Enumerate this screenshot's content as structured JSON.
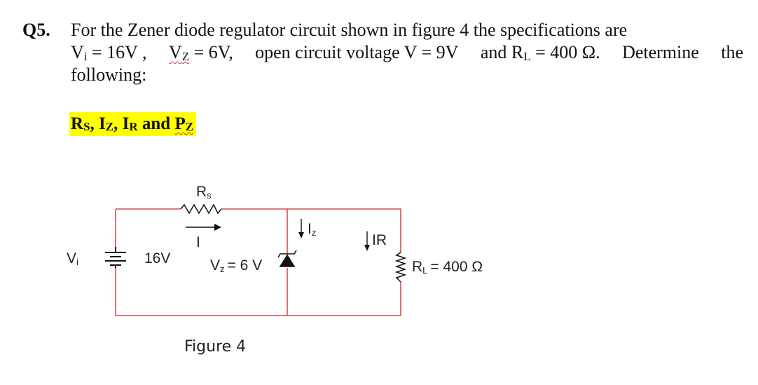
{
  "question": {
    "number": "Q5.",
    "line1": "For the Zener diode regulator circuit shown in figure 4 the specifications are",
    "vi_label": "V",
    "vi_sub": "i",
    "vi_value": " = 16V ,",
    "vz_label": "V",
    "vz_sub": "Z",
    "vz_value": " = 6V,",
    "open_circuit": "open circuit voltage V = 9V",
    "rl_prefix": "and R",
    "rl_sub": "L",
    "rl_value": " = 400 Ω.",
    "determine_a": "Determine",
    "determine_b": "the",
    "line3": "following:"
  },
  "targets": {
    "rs": "R",
    "rs_sub": "S",
    "sep1": ", ",
    "iz": "I",
    "iz_sub": "Z",
    "sep2": ", ",
    "ir": "I",
    "ir_sub": "R",
    "and": " and ",
    "pz": "P",
    "pz_sub": "Z"
  },
  "circuit": {
    "rs_label": "R",
    "rs_label_sub": "s",
    "i_label": "I",
    "vi_label": "V",
    "vi_label_sub": "i",
    "source_label": "16V",
    "vz_label": "V",
    "vz_label_sub": "z",
    "vz_value": "= 6 V",
    "iz_label": "I",
    "iz_label_sub": "z",
    "ir_label": "IR",
    "rl_label": "R",
    "rl_label_sub": "L",
    "rl_value": "= 400 Ω",
    "caption": "Figure 4",
    "wire_color": "#d05050",
    "component_color": "#111111"
  }
}
